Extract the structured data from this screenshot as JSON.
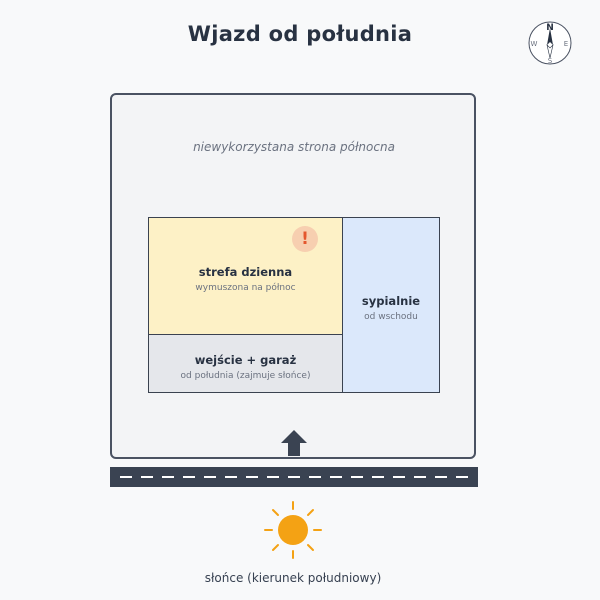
{
  "title": "Wjazd od południa",
  "compass": {
    "n": "N",
    "e": "E",
    "s": "S",
    "w": "W"
  },
  "plot": {
    "north_label": "niewykorzystana strona północna"
  },
  "zones": {
    "day": {
      "name": "strefa dzienna",
      "note": "wymuszona na północ",
      "color": "#fdf1c6"
    },
    "entry": {
      "name": "wejście + garaż",
      "note": "od południa (zajmuje słońce)",
      "color": "#e5e7eb"
    },
    "bedrooms": {
      "name": "sypialnie",
      "note": "od wschodu",
      "color": "#dbe8fb"
    }
  },
  "warning": {
    "symbol": "!"
  },
  "sun": {
    "label": "słońce (kierunek południowy)",
    "color": "#f4a214"
  }
}
